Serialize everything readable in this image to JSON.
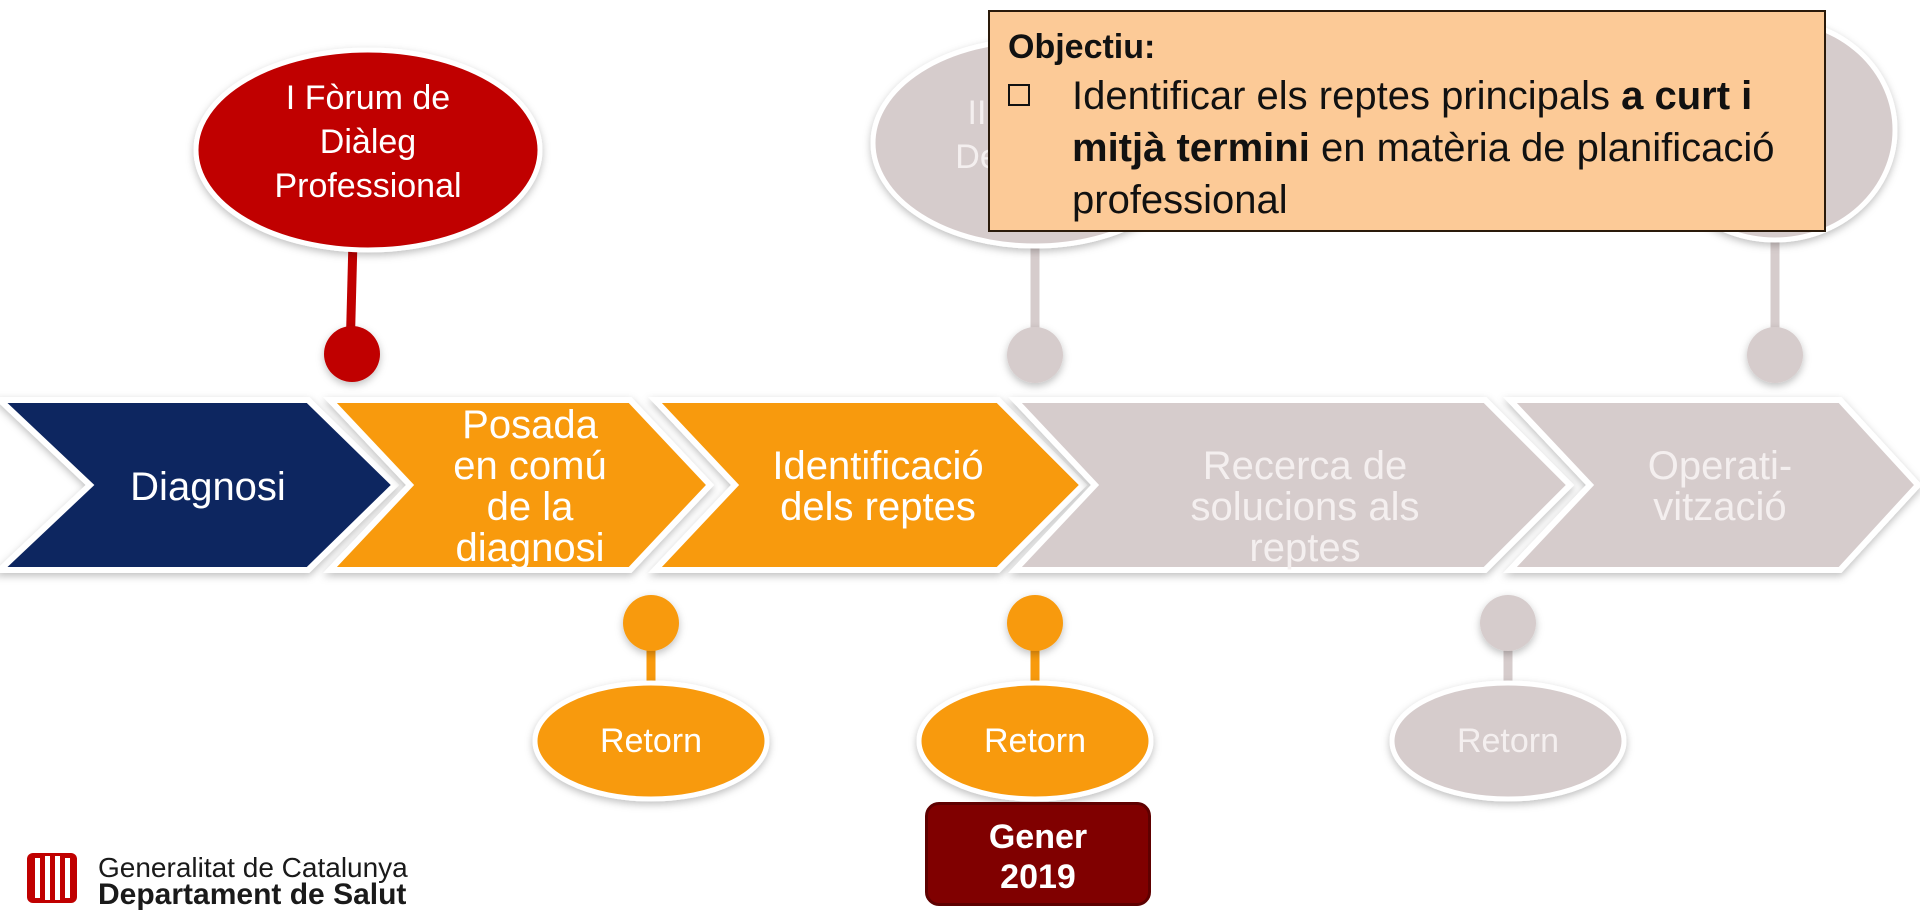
{
  "colors": {
    "navy": "#0f2660",
    "orange": "#f89a0d",
    "red": "#c00000",
    "grey": "#d6cccc",
    "objective_bg": "#fcca97",
    "date_bg": "#800000"
  },
  "steps": [
    {
      "label": "Diagnosi",
      "state": "done"
    },
    {
      "label": "Posada en comú de la diagnosi",
      "state": "active"
    },
    {
      "label": "Identificació dels reptes",
      "state": "active"
    },
    {
      "label": "Recerca de solucions als reptes",
      "state": "pending"
    },
    {
      "label": "Operati-vització",
      "state": "pending"
    }
  ],
  "step_lines": [
    [
      "Diagnosi"
    ],
    [
      "Posada",
      "en comú",
      "de la",
      "diagnosi"
    ],
    [
      "Identificació",
      "dels reptes"
    ],
    [
      "Recerca de",
      "solucions als reptes"
    ],
    [
      "Operati-",
      "vització"
    ]
  ],
  "forums": [
    {
      "label": "I Fòrum de\nDiàleg\nProfessional",
      "state": "done"
    },
    {
      "label": "II\nDe",
      "state": "pending"
    },
    {
      "label": "",
      "state": "pending"
    }
  ],
  "returns": [
    {
      "label": "Retorn",
      "state": "active"
    },
    {
      "label": "Retorn",
      "state": "active"
    },
    {
      "label": "Retorn",
      "state": "pending"
    }
  ],
  "objective": {
    "title": "Objectiu:",
    "text_before": "Identificar els reptes principals ",
    "text_bold": "a curt i mitjà termini",
    "text_after": " en matèria de planificació professional"
  },
  "date_label": "Gener\n2019",
  "logo": {
    "line1": "Generalitat de Catalunya",
    "line2": "Departament de Salut"
  }
}
